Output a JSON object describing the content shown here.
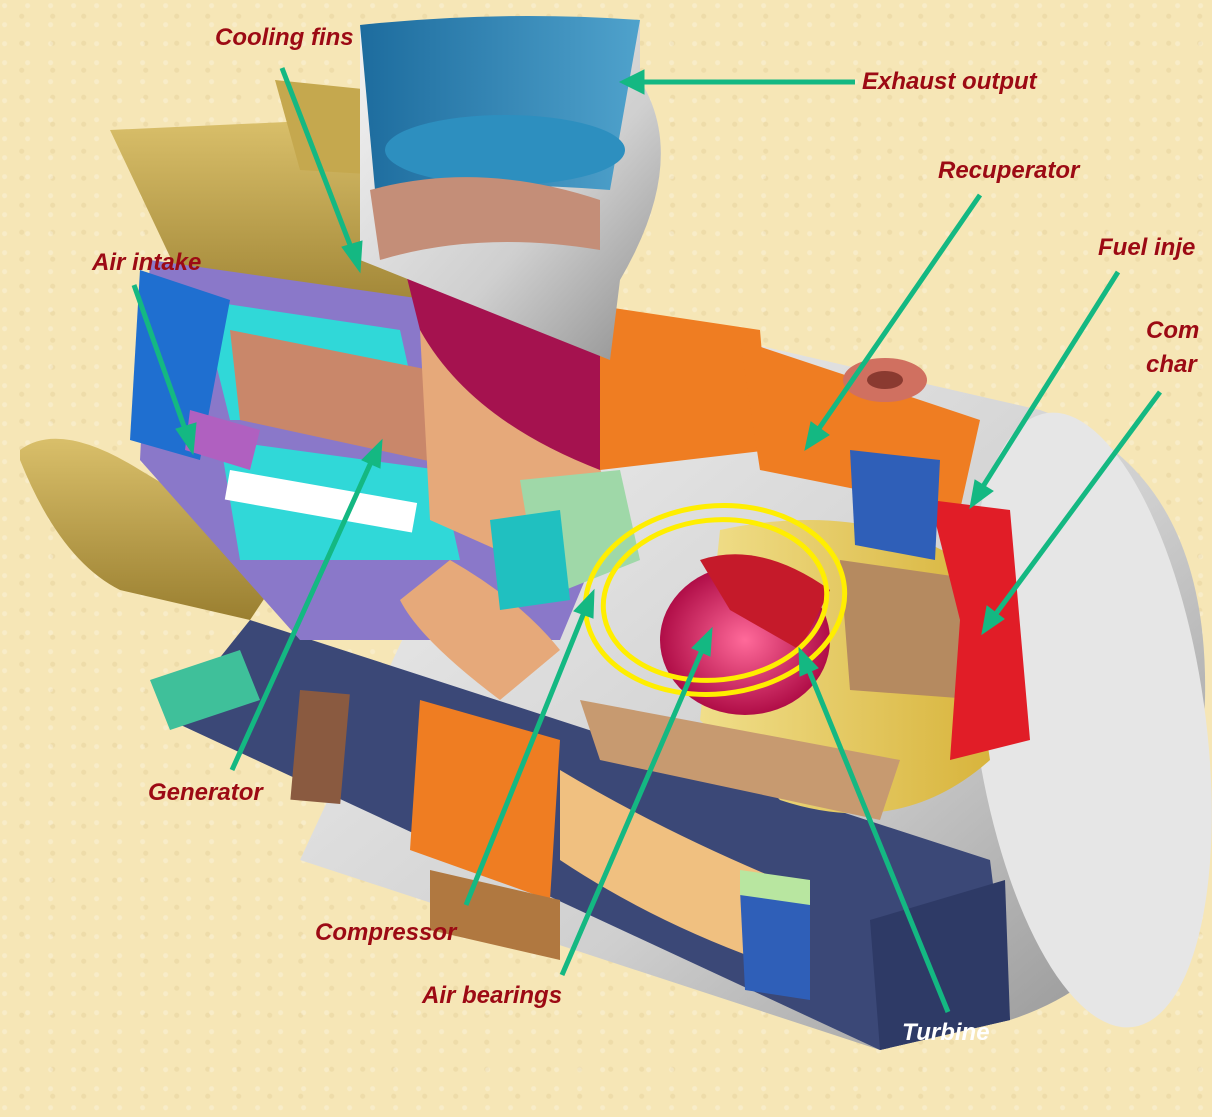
{
  "labels": {
    "cooling_fins": "Cooling fins",
    "exhaust_output": "Exhaust output",
    "recuperator": "Recuperator",
    "air_intake": "Air intake",
    "fuel_injector": "Fuel inje",
    "combustion_line1": "Com",
    "combustion_line2": "char",
    "generator": "Generator",
    "compressor": "Compressor",
    "air_bearings": "Air bearings",
    "turbine": "Turbine"
  },
  "colors": {
    "background": "#f6e6b6",
    "label_text": "#9c0a14",
    "arrow": "#14b882",
    "highlight_ring": "#ffee00",
    "housing": "#d8d8d8",
    "housing_dark": "#3c4a7a",
    "intake_tube": "#c9ad55",
    "exhaust_pipe": "#2f7fb0",
    "recuperator": "#ef7d22",
    "turbine": "#d0155c",
    "combustor": "#e8d060"
  }
}
